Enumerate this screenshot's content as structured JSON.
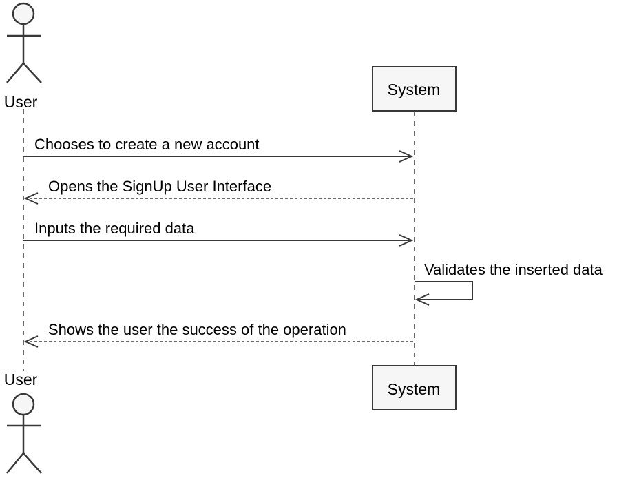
{
  "participants": {
    "user": {
      "label": "User",
      "kind": "actor"
    },
    "system": {
      "label": "System",
      "kind": "box"
    }
  },
  "messages": [
    {
      "label": "Chooses to create a new account",
      "from": "User",
      "to": "System",
      "style": "solid"
    },
    {
      "label": "Opens the SignUp User Interface",
      "from": "System",
      "to": "User",
      "style": "dashed"
    },
    {
      "label": "Inputs the required data",
      "from": "User",
      "to": "System",
      "style": "solid"
    },
    {
      "label": "Validates the inserted data",
      "from": "System",
      "to": "System",
      "style": "solid"
    },
    {
      "label": "Shows the user the success of the operation",
      "from": "System",
      "to": "User",
      "style": "dashed"
    }
  ],
  "colors": {
    "line": "#383838",
    "box_fill": "#f6f6f6",
    "text": "#000000"
  }
}
